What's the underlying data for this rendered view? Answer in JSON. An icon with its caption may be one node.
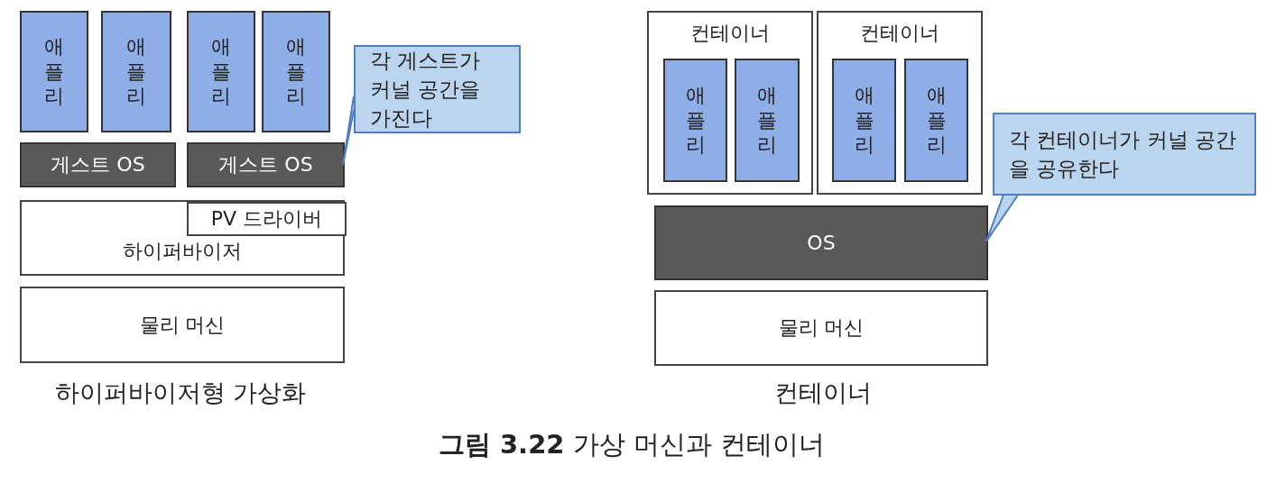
{
  "diagram": {
    "caption": "**그림 3.22** 가상 머신과 컨테이너",
    "nodes": [
      {
        "text": [
          "애플리"
        ]
      },
      {
        "text": [
          "애플리"
        ]
      },
      {
        "text": [
          "애플리"
        ]
      },
      {
        "text": [
          "애플리"
        ]
      },
      {
        "text": [
          "게스트 OS"
        ]
      },
      {
        "text": [
          "게스트 OS"
        ]
      },
      {
        "text": [
          "각 게스트가 커널 공간을 가진다"
        ]
      },
      {
        "text": [
          "하이퍼바이저"
        ]
      },
      {
        "text": [
          "PV 드라이버"
        ],
        "in": 7
      },
      {
        "text": [
          "물리 머신"
        ]
      },
      {
        "text": [
          "컨테이너"
        ]
      },
      {
        "text": [
          "애플리"
        ],
        "in": 10
      },
      {
        "text": [
          "애플리"
        ],
        "in": 10
      },
      {
        "text": [
          "컨테이너"
        ]
      },
      {
        "text": [
          "애플리"
        ],
        "in": 13
      },
      {
        "text": [
          "애플리"
        ],
        "in": 13
      },
      {
        "text": [
          "각 컨테이너가 커널 공간을 공유한다"
        ]
      },
      {
        "text": [
          "OS"
        ]
      },
      {
        "text": [
          "물리 머신"
        ]
      }
    ],
    "edges": [
      {
        "from": 6,
        "to": 5,
        "arrow": "none"
      },
      {
        "from": 16,
        "to": 17,
        "arrow": "none"
      }
    ],
    "labels": [
      "하이퍼바이저형 가상화",
      "컨테이너"
    ]
  }
}
